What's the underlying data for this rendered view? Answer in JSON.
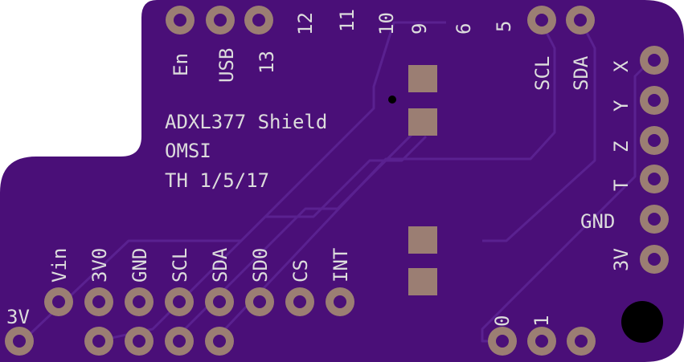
{
  "board": {
    "silkscreen_lines": [
      "ADXL377 Shield",
      "OMSI",
      "TH 1/5/17"
    ],
    "colors": {
      "board": "#4a0f78",
      "trace": "#5a2190",
      "pad": "#9b7e73",
      "hole": "#4a0f78",
      "silkscreen": "#dcdcdc",
      "mounting_hole": "#000000",
      "background": "#ffffff"
    }
  },
  "labels": {
    "top_header": [
      "En",
      "USB",
      "13",
      "12",
      "11",
      "10",
      "9",
      "6",
      "5",
      "SCL",
      "SDA"
    ],
    "right_header": [
      "X",
      "Y",
      "Z",
      "T",
      "GND",
      "3V"
    ],
    "left_header": [
      "Vin",
      "3V0",
      "GND",
      "SCL",
      "SDA",
      "SD0",
      "CS",
      "INT"
    ],
    "corner_left": "3V",
    "bottom_right": [
      "0",
      "1"
    ]
  }
}
